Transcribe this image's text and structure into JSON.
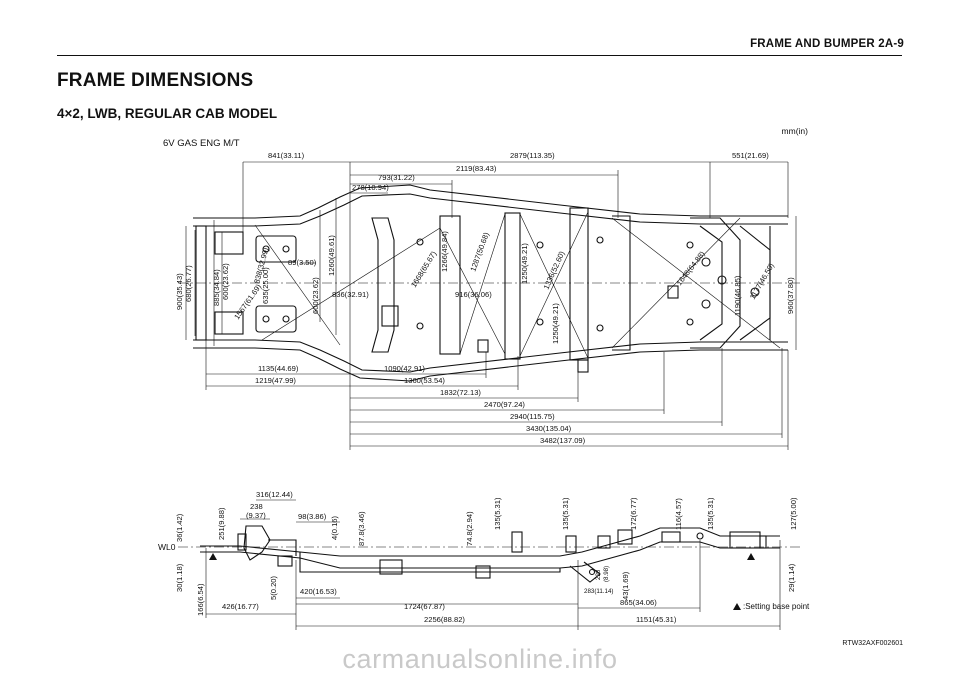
{
  "header": {
    "title": "FRAME AND BUMPER  2A-9"
  },
  "page_title": "FRAME DIMENSIONS",
  "subtitle": "4×2, LWB, REGULAR CAB MODEL",
  "engine_label": "6V GAS ENG M/T",
  "unit_label": "mm(in)",
  "legend": {
    "text": ":Setting base point",
    "icon": "triangle-icon"
  },
  "code": "RTW32AXF002601",
  "watermark": "carmanualsonline.info",
  "top_view": {
    "top_dims": [
      "841(33.11)",
      "2879(113.35)",
      "551(21.69)",
      "2119(83.43)",
      "793(31.22)",
      "278(10.94)"
    ],
    "left_dims": [
      "900(35.43)",
      "680(26.77)",
      "885(34.84)",
      "600(23.62)",
      "1567(61.69)",
      "838(32.99)",
      "635(25.00)",
      "600(23.62)",
      "1260(49.61)"
    ],
    "inner_dims": [
      "89(3.50)",
      "836(32.91)",
      "1668(65.67)",
      "1266(49.84)",
      "916(36.06)",
      "1287(50.68)",
      "1250(49.21)",
      "1336(52.60)",
      "1250(49.21)",
      "1648(64.88)",
      "1190(46.85)",
      "1177(46.50)"
    ],
    "right_dims": [
      "960(37.80)"
    ],
    "bottom_dims": [
      "1135(44.69)",
      "1090(42.91)",
      "1219(47.99)",
      "1360(53.54)",
      "1832(72.13)",
      "2470(97.24)",
      "2940(115.75)",
      "3430(135.04)",
      "3482(137.09)"
    ]
  },
  "side_view": {
    "wl_label": "WL0",
    "top_dims": [
      "316(12.44)",
      "238",
      "(9.37)",
      "98(3.86)",
      "4(0.16)",
      "87.8(3.46)",
      "251(9.88)",
      "36(1.42)",
      "74.8(2.94)",
      "135(5.31)",
      "135(5.31)",
      "172(6.77)",
      "116(4.57)",
      "135(5.31)",
      "127(5.00)"
    ],
    "bottom_dims": [
      "30(1.18)",
      "166(6.54)",
      "5(0.20)",
      "420(16.53)",
      "426(16.77)",
      "1724(67.87)",
      "2256(88.82)",
      "43(1.69)",
      "228",
      "(8.98)",
      "283(11.14)",
      "865(34.06)",
      "1151(45.31)",
      "29(1.14)"
    ]
  }
}
